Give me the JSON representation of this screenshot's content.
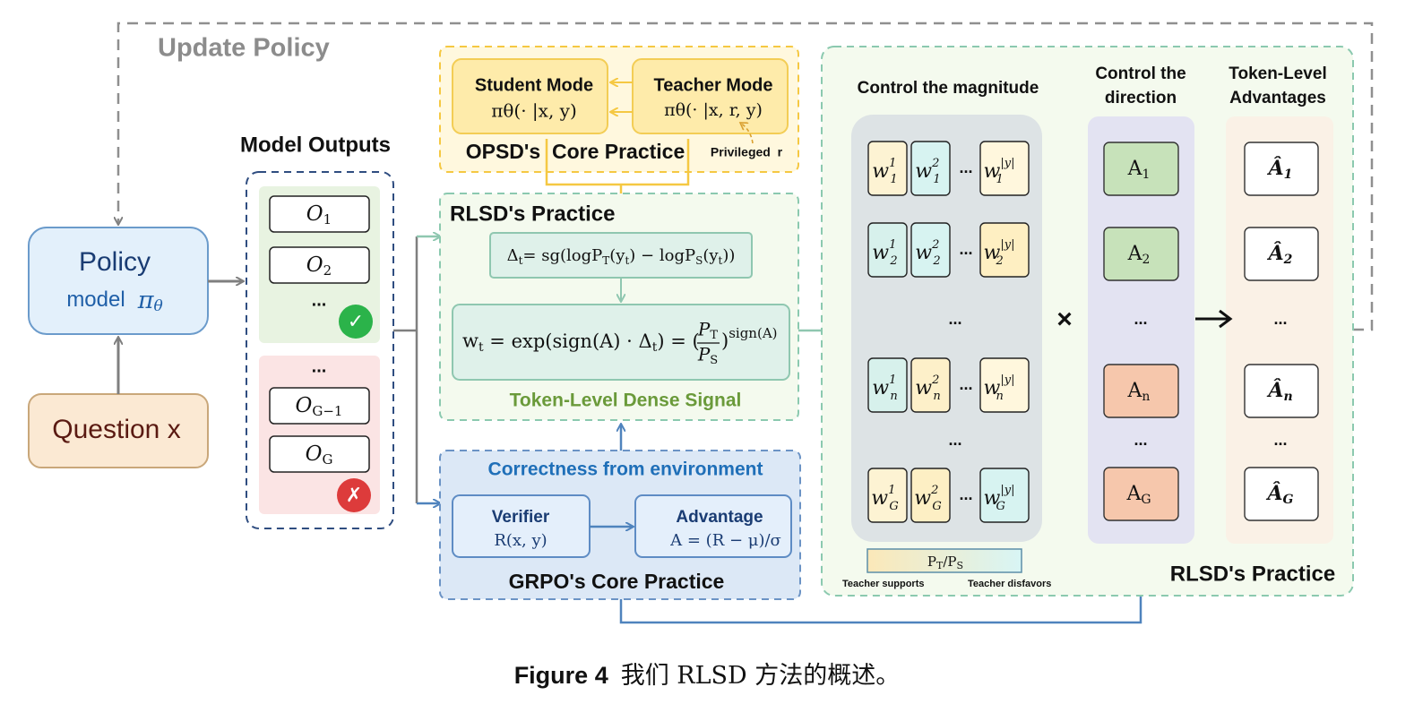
{
  "update_policy": "Update Policy",
  "model_outputs_title": "Model Outputs",
  "policy": {
    "title": "Policy",
    "subtitle": "model",
    "symbol": "π",
    "sub": "θ"
  },
  "question": "Question x",
  "outputs": {
    "positive": [
      "O",
      "O",
      "..."
    ],
    "positive_subs": [
      "1",
      "2"
    ],
    "negative": [
      "...",
      "O",
      "O"
    ],
    "negative_subs": [
      "G−1",
      "G"
    ],
    "check_icon": "✓",
    "cross_icon": "✗"
  },
  "opsd": {
    "student_mode": "Student Mode",
    "student_formula": "πθ(· |x, y)",
    "teacher_mode": "Teacher Mode",
    "teacher_formula": "πθ(· |x, r, y)",
    "title": "OPSD's  Core Practice",
    "privileged": "Privileged  r"
  },
  "rlsd_left": {
    "title": "RLSD's Practice",
    "delta_formula": "Δt= sg(logPT(yt) − logPS(yt))",
    "weight_formula": "wt = exp(sign(A) · Δt) = (PT/PS)^sign(A)",
    "dense_signal": "Token-Level Dense Signal"
  },
  "grpo": {
    "correctness": "Correctness from environment",
    "verifier_title": "Verifier",
    "verifier_formula": "R(x, y)",
    "advantage_title": "Advantage",
    "advantage_formula": "A = (R − μ)/σ",
    "title": "GRPO's Core Practice"
  },
  "rlsd_right": {
    "magnitude_title": "Control the magnitude",
    "direction_title_1": "Control the",
    "direction_title_2": "direction",
    "token_adv_title_1": "Token-Level",
    "token_adv_title_2": "Advantages",
    "weight_rows": [
      {
        "sub": "1",
        "cells": [
          {
            "sup": "1",
            "color": "#FDF3D3"
          },
          {
            "sup": "2",
            "color": "#D7F3F1"
          },
          {
            "sup": "|y|",
            "color": "#FFF7DD"
          }
        ]
      },
      {
        "sub": "2",
        "cells": [
          {
            "sup": "1",
            "color": "#D7F1EC"
          },
          {
            "sup": "2",
            "color": "#D7F3F1"
          },
          {
            "sup": "|y|",
            "color": "#FEEFC2"
          }
        ]
      },
      {
        "sub": "n",
        "cells": [
          {
            "sup": "1",
            "color": "#D7F1EC"
          },
          {
            "sup": "2",
            "color": "#FDF0C9"
          },
          {
            "sup": "|y|",
            "color": "#FFF7DD"
          }
        ]
      },
      {
        "sub": "G",
        "cells": [
          {
            "sup": "1",
            "color": "#FDF3D3"
          },
          {
            "sup": "2",
            "color": "#FDEFC4"
          },
          {
            "sup": "|y|",
            "color": "#D7F3F1"
          }
        ]
      }
    ],
    "w_symbol": "w",
    "ellipsis": "...",
    "times": "×",
    "arrow": "→",
    "advantages": [
      {
        "label": "A",
        "sub": "1",
        "color": "#C7E2BA"
      },
      {
        "label": "A",
        "sub": "2",
        "color": "#C7E2BA"
      },
      {
        "label": "A",
        "sub": "n",
        "color": "#F6C7AC"
      },
      {
        "label": "A",
        "sub": "G",
        "color": "#F6C7AC"
      }
    ],
    "token_advantages": [
      {
        "label": "Â",
        "sub": "1"
      },
      {
        "label": "Â",
        "sub": "2"
      },
      {
        "label": "Â",
        "sub": "n"
      },
      {
        "label": "Â",
        "sub": "G"
      }
    ],
    "ratio_label": "PT/PS",
    "teacher_supports": "Teacher supports",
    "teacher_disfavors": "Teacher disfavors",
    "title": "RLSD's Practice"
  },
  "colors": {
    "policy_fill": "#E3F0FB",
    "policy_stroke": "#6B9BCB",
    "question_fill": "#FBE9D3",
    "opsd_fill": "#FFF8DE",
    "opsd_stroke": "#F5C842",
    "rlsd_fill": "#F4FAEE",
    "rlsd_stroke": "#8BC9AF",
    "grpo_fill": "#DCE8F6",
    "grpo_stroke": "#6B93C5",
    "pos_fill": "#E8F3E1",
    "neg_fill": "#FBE4E4",
    "dense_text": "#6A9A3A",
    "correctness_text": "#1F6FB8",
    "dark_blue": "#1A3C73",
    "check": "#2BB34A",
    "cross": "#DD3B3B"
  },
  "caption": {
    "label": "Figure 4",
    "text": "我们 RLSD 方法的概述。"
  }
}
